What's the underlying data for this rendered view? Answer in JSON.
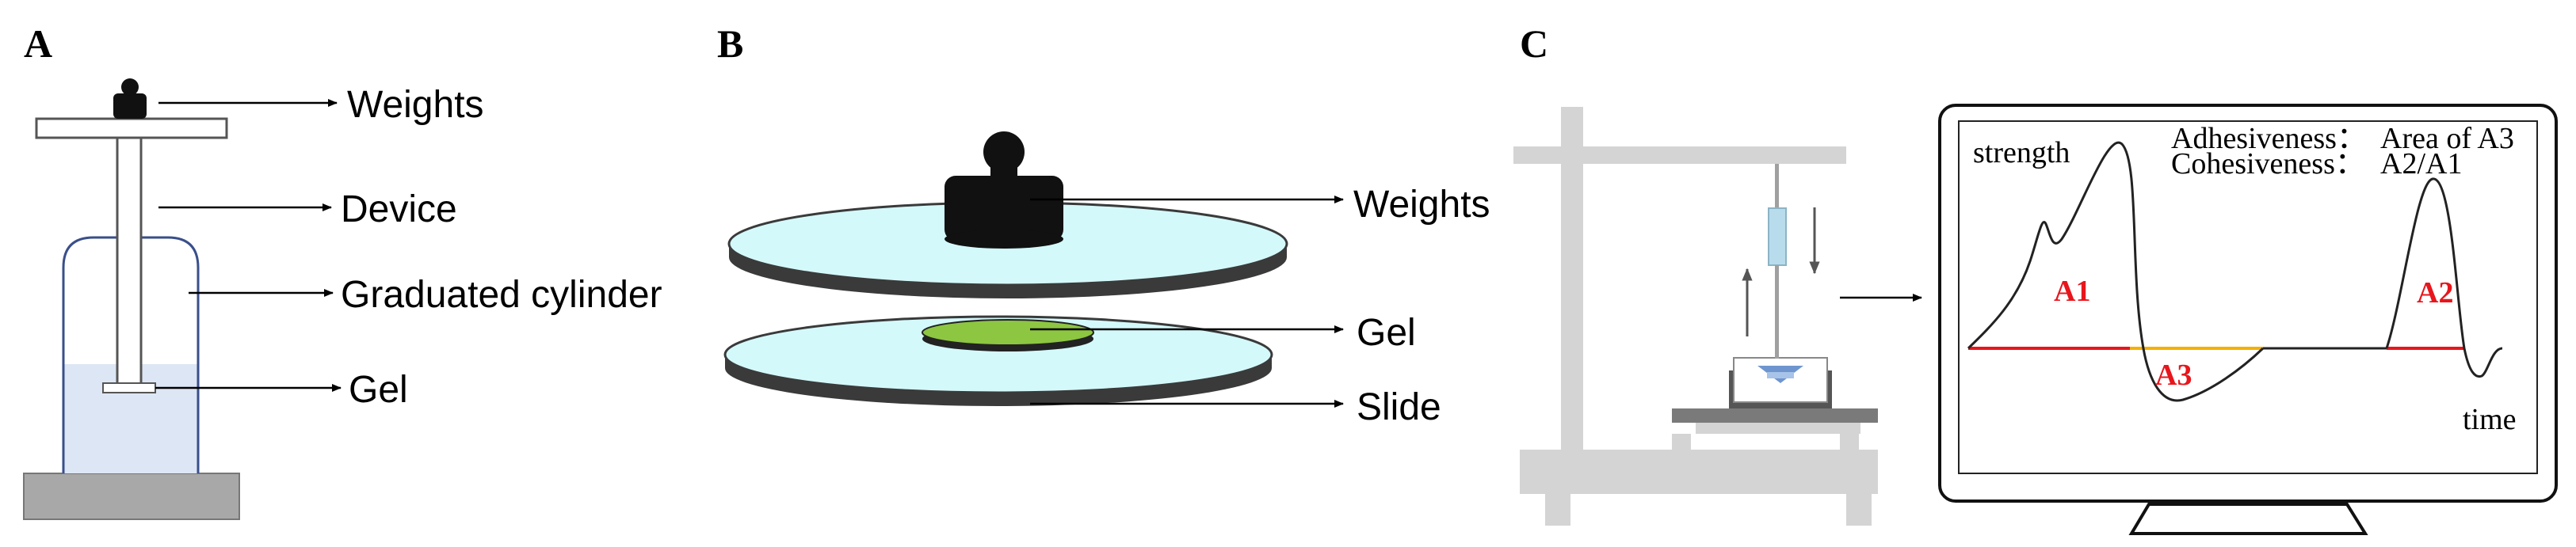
{
  "panels": {
    "a": {
      "letter": "A",
      "labels": {
        "weights": "Weights",
        "device": "Device",
        "cylinder": "Graduated cylinder",
        "gel": "Gel"
      }
    },
    "b": {
      "letter": "B",
      "labels": {
        "weights": "Weights",
        "gel": "Gel",
        "slide": "Slide"
      }
    },
    "c": {
      "letter": "C",
      "monitor": {
        "y_label": "strength",
        "x_label": "time",
        "legend": {
          "adh_key": "Adhesiveness：",
          "adh_val": "Area of A3",
          "coh_key": "Cohesiveness：",
          "coh_val": "A2/A1"
        },
        "areas": {
          "a1": "A1",
          "a2": "A2",
          "a3": "A3"
        }
      }
    }
  },
  "colors": {
    "glass": "#d4f9fb",
    "gel": "#8dc641",
    "liquid": "#dde6f4",
    "stand": "#d4d4d4",
    "baseline": "#e8161c",
    "adhesive": "#f5b000",
    "probe": "#b9dcec"
  }
}
